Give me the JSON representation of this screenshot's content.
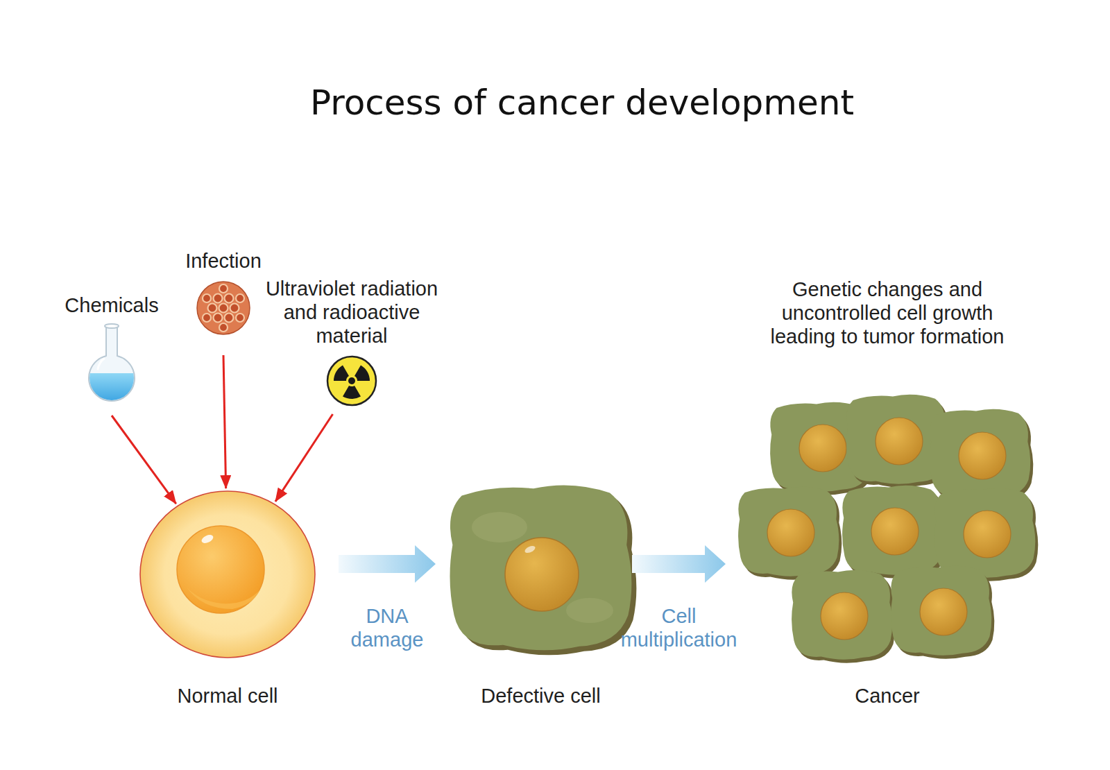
{
  "diagram": {
    "title": "Process of cancer development",
    "nodes": [
      {
        "text": [
          "Chemicals"
        ]
      },
      {
        "text": [
          "Infection"
        ]
      },
      {
        "text": [
          "Ultraviolet radiation and radioactive material"
        ]
      },
      {
        "text": [
          "Normal cell"
        ]
      },
      {
        "text": [
          "Defective cell"
        ]
      },
      {
        "text": [
          "Genetic changes and uncontrolled cell growth leading to tumor formation",
          "Cancer"
        ]
      }
    ],
    "edges": [
      {
        "from": 0,
        "to": 3,
        "arrow": "to"
      },
      {
        "from": 1,
        "to": 3,
        "arrow": "to"
      },
      {
        "from": 2,
        "to": 3,
        "arrow": "to"
      },
      {
        "from": 3,
        "to": 4,
        "label": "DNA damage",
        "arrow": "to"
      },
      {
        "from": 4,
        "to": 5,
        "label": "Cell multiplication",
        "arrow": "to"
      }
    ]
  }
}
